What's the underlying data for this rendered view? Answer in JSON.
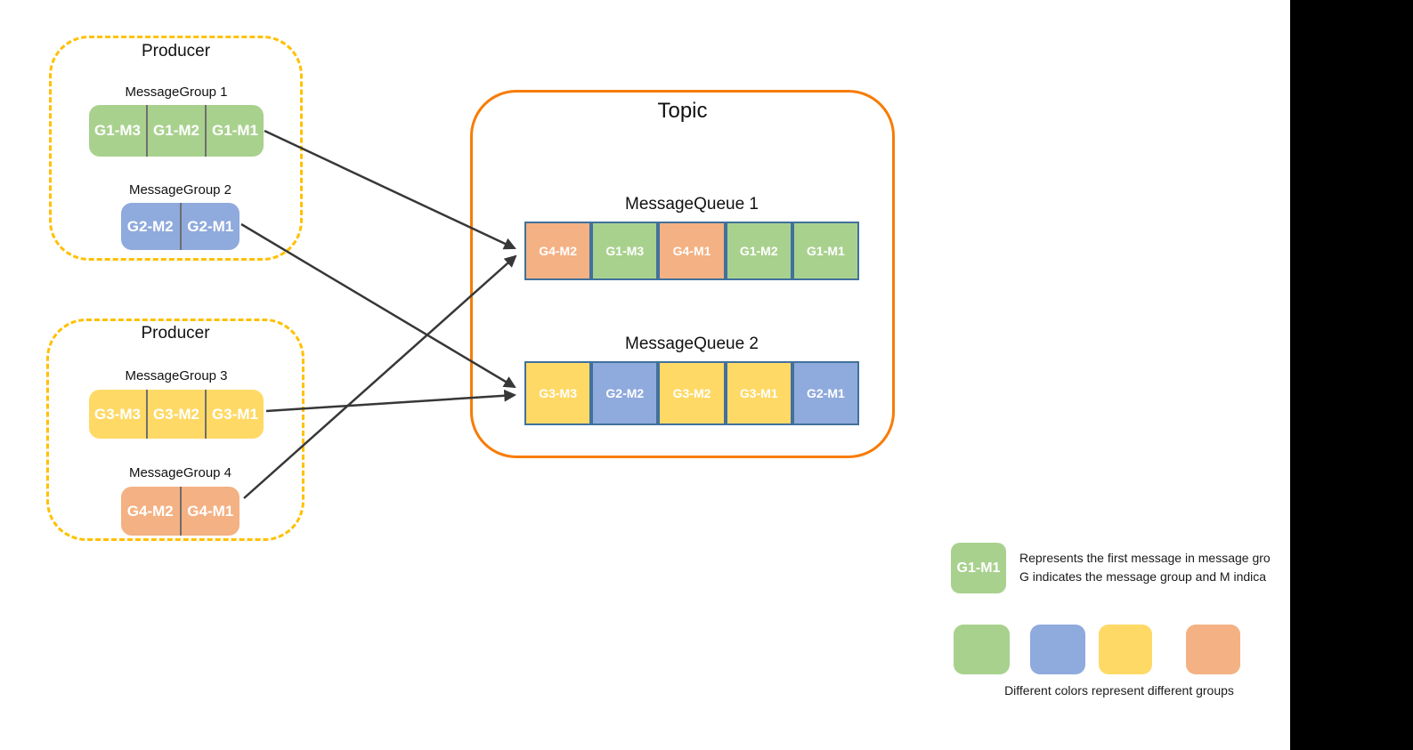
{
  "colors": {
    "green": "#a9d18e",
    "blue": "#8faadc",
    "yellow": "#ffd966",
    "orange": "#f4b183",
    "producer_border": "#ffc000",
    "topic_border": "#f77c05",
    "queue_cell_border": "#41719c",
    "divider": "#6e6e6e",
    "arrow": "#373737",
    "redaction": "#000000"
  },
  "producers": [
    {
      "title": "Producer",
      "groups": [
        {
          "label": "MessageGroup 1",
          "color": "green",
          "cells": [
            "G1-M3",
            "G1-M2",
            "G1-M1"
          ]
        },
        {
          "label": "MessageGroup 2",
          "color": "blue",
          "cells": [
            "G2-M2",
            "G2-M1"
          ]
        }
      ]
    },
    {
      "title": "Producer",
      "groups": [
        {
          "label": "MessageGroup 3",
          "color": "yellow",
          "cells": [
            "G3-M3",
            "G3-M2",
            "G3-M1"
          ]
        },
        {
          "label": "MessageGroup 4",
          "color": "orange",
          "cells": [
            "G4-M2",
            "G4-M1"
          ]
        }
      ]
    }
  ],
  "topic": {
    "title": "Topic",
    "queues": [
      {
        "label": "MessageQueue 1",
        "cells": [
          {
            "text": "G4-M2",
            "color": "orange"
          },
          {
            "text": "G1-M3",
            "color": "green"
          },
          {
            "text": "G4-M1",
            "color": "orange"
          },
          {
            "text": "G1-M2",
            "color": "green"
          },
          {
            "text": "G1-M1",
            "color": "green"
          }
        ]
      },
      {
        "label": "MessageQueue 2",
        "cells": [
          {
            "text": "G3-M3",
            "color": "yellow"
          },
          {
            "text": "G2-M2",
            "color": "blue"
          },
          {
            "text": "G3-M2",
            "color": "yellow"
          },
          {
            "text": "G3-M1",
            "color": "yellow"
          },
          {
            "text": "G2-M1",
            "color": "blue"
          }
        ]
      }
    ]
  },
  "legend": {
    "sample_label": "G1-M1",
    "sample_color": "green",
    "description_line1": "Represents the first message in message gro",
    "description_line2": "G indicates the message group and M indica",
    "swatches": [
      "green",
      "blue",
      "yellow",
      "orange"
    ],
    "caption": "Different colors represent different groups"
  }
}
